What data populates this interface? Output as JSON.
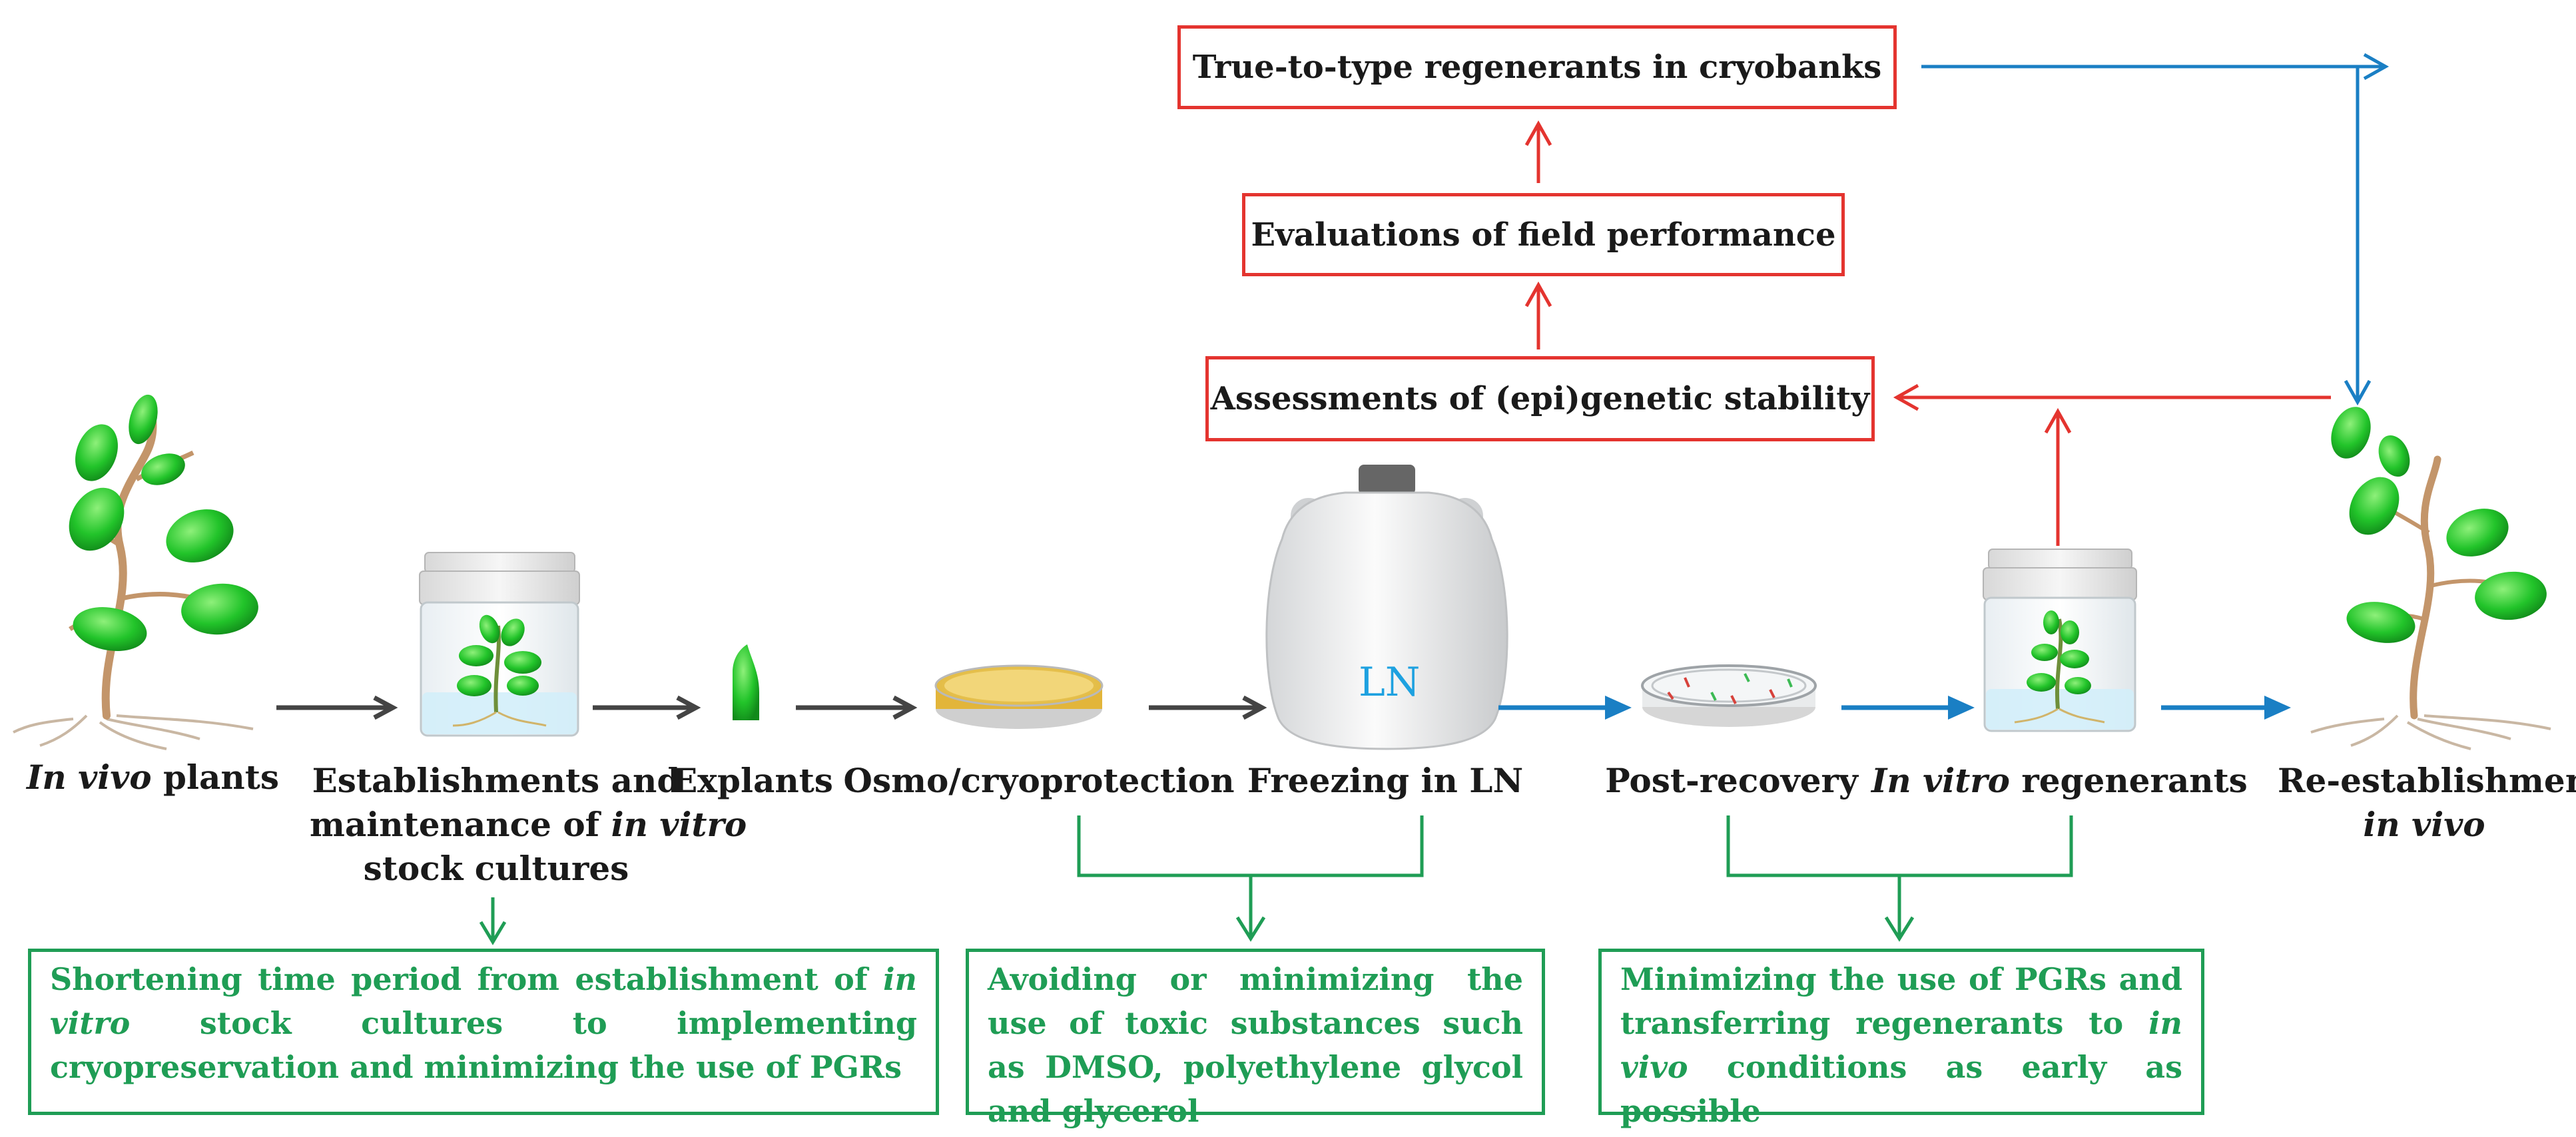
{
  "stages": {
    "in_vivo_plants": {
      "italic": "In vivo",
      "rest": " plants"
    },
    "establishment": {
      "line1": "Establishments and",
      "line2_pre": "maintenance of ",
      "line2_italic": "in vitro",
      "line3": "stock cultures"
    },
    "explants": "Explants",
    "osmo": "Osmo/cryoprotection",
    "freezing": "Freezing in LN",
    "post_recovery": "Post-recovery",
    "regenerants": {
      "italic": "In vitro",
      "rest": " regenerants"
    },
    "reestablishment": {
      "line1": "Re-establishment",
      "line2_italic": "in vivo"
    }
  },
  "container_label": "LN",
  "red_boxes": {
    "cryobanks": "True-to-type regenerants in cryobanks",
    "field": "Evaluations of field performance",
    "stability": "Assessments of (epi)genetic stability"
  },
  "green_boxes": {
    "box1": {
      "pre": "Shortening time period from establishment of ",
      "italic": "in vitro",
      "post": " stock cultures to implementing cryopreservation and minimizing the use of PGRs"
    },
    "box2": "Avoiding or minimizing the use of toxic substances such as DMSO, polyethylene glycol and glycerol",
    "box3": {
      "pre": "Minimizing the use of PGRs and transferring regenerants to ",
      "italic": "in vivo",
      "post": " conditions as early as possible"
    }
  },
  "colors": {
    "red": "#e4342f",
    "green": "#1f9d55",
    "blue": "#1a7fc4",
    "dark_arrow": "#444444",
    "leaf": "#2ecc40",
    "ln_text": "#1da1e0"
  }
}
